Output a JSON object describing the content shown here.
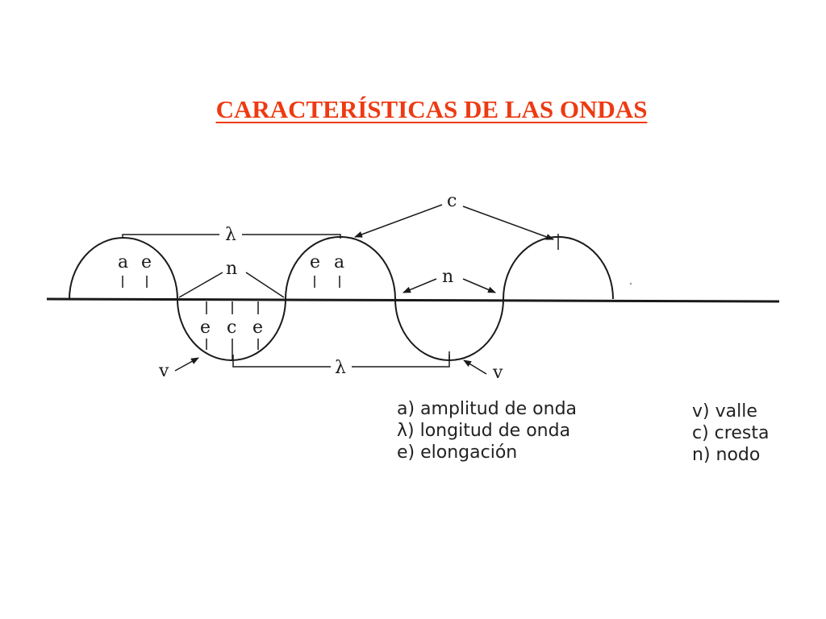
{
  "title": "CARACTERÍSTICAS DE LAS ONDAS",
  "diagram": {
    "labels": {
      "a": "a",
      "e": "e",
      "c": "c",
      "n": "n",
      "v": "v",
      "lambda": "λ"
    }
  },
  "legend": {
    "left": [
      "a) amplitud de onda",
      "λ) longitud de onda",
      "e) elongación"
    ],
    "right": [
      "v) valle",
      "c) cresta",
      "n) nodo"
    ]
  },
  "colors": {
    "title": "#ee3a12",
    "stroke": "#1a1a1a"
  }
}
